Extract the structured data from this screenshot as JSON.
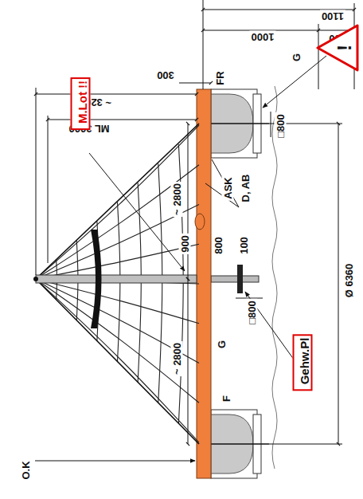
{
  "diagram": {
    "nodes": [
      {
        "text": [
          "!"
        ]
      },
      {
        "text": [
          "M.Lot !!"
        ]
      },
      {
        "text": [
          "Gehw.Pl"
        ]
      }
    ],
    "labels": [
      "1100",
      "1000",
      "100",
      "300",
      "~ 3200",
      "ML 3000",
      "FR",
      "G",
      "□800",
      "ASK",
      "D, AB",
      "~ 2800",
      "900",
      "800",
      "100",
      "□800",
      "~ 2800",
      "G",
      "F",
      "Ø 6360",
      "O.K"
    ]
  }
}
